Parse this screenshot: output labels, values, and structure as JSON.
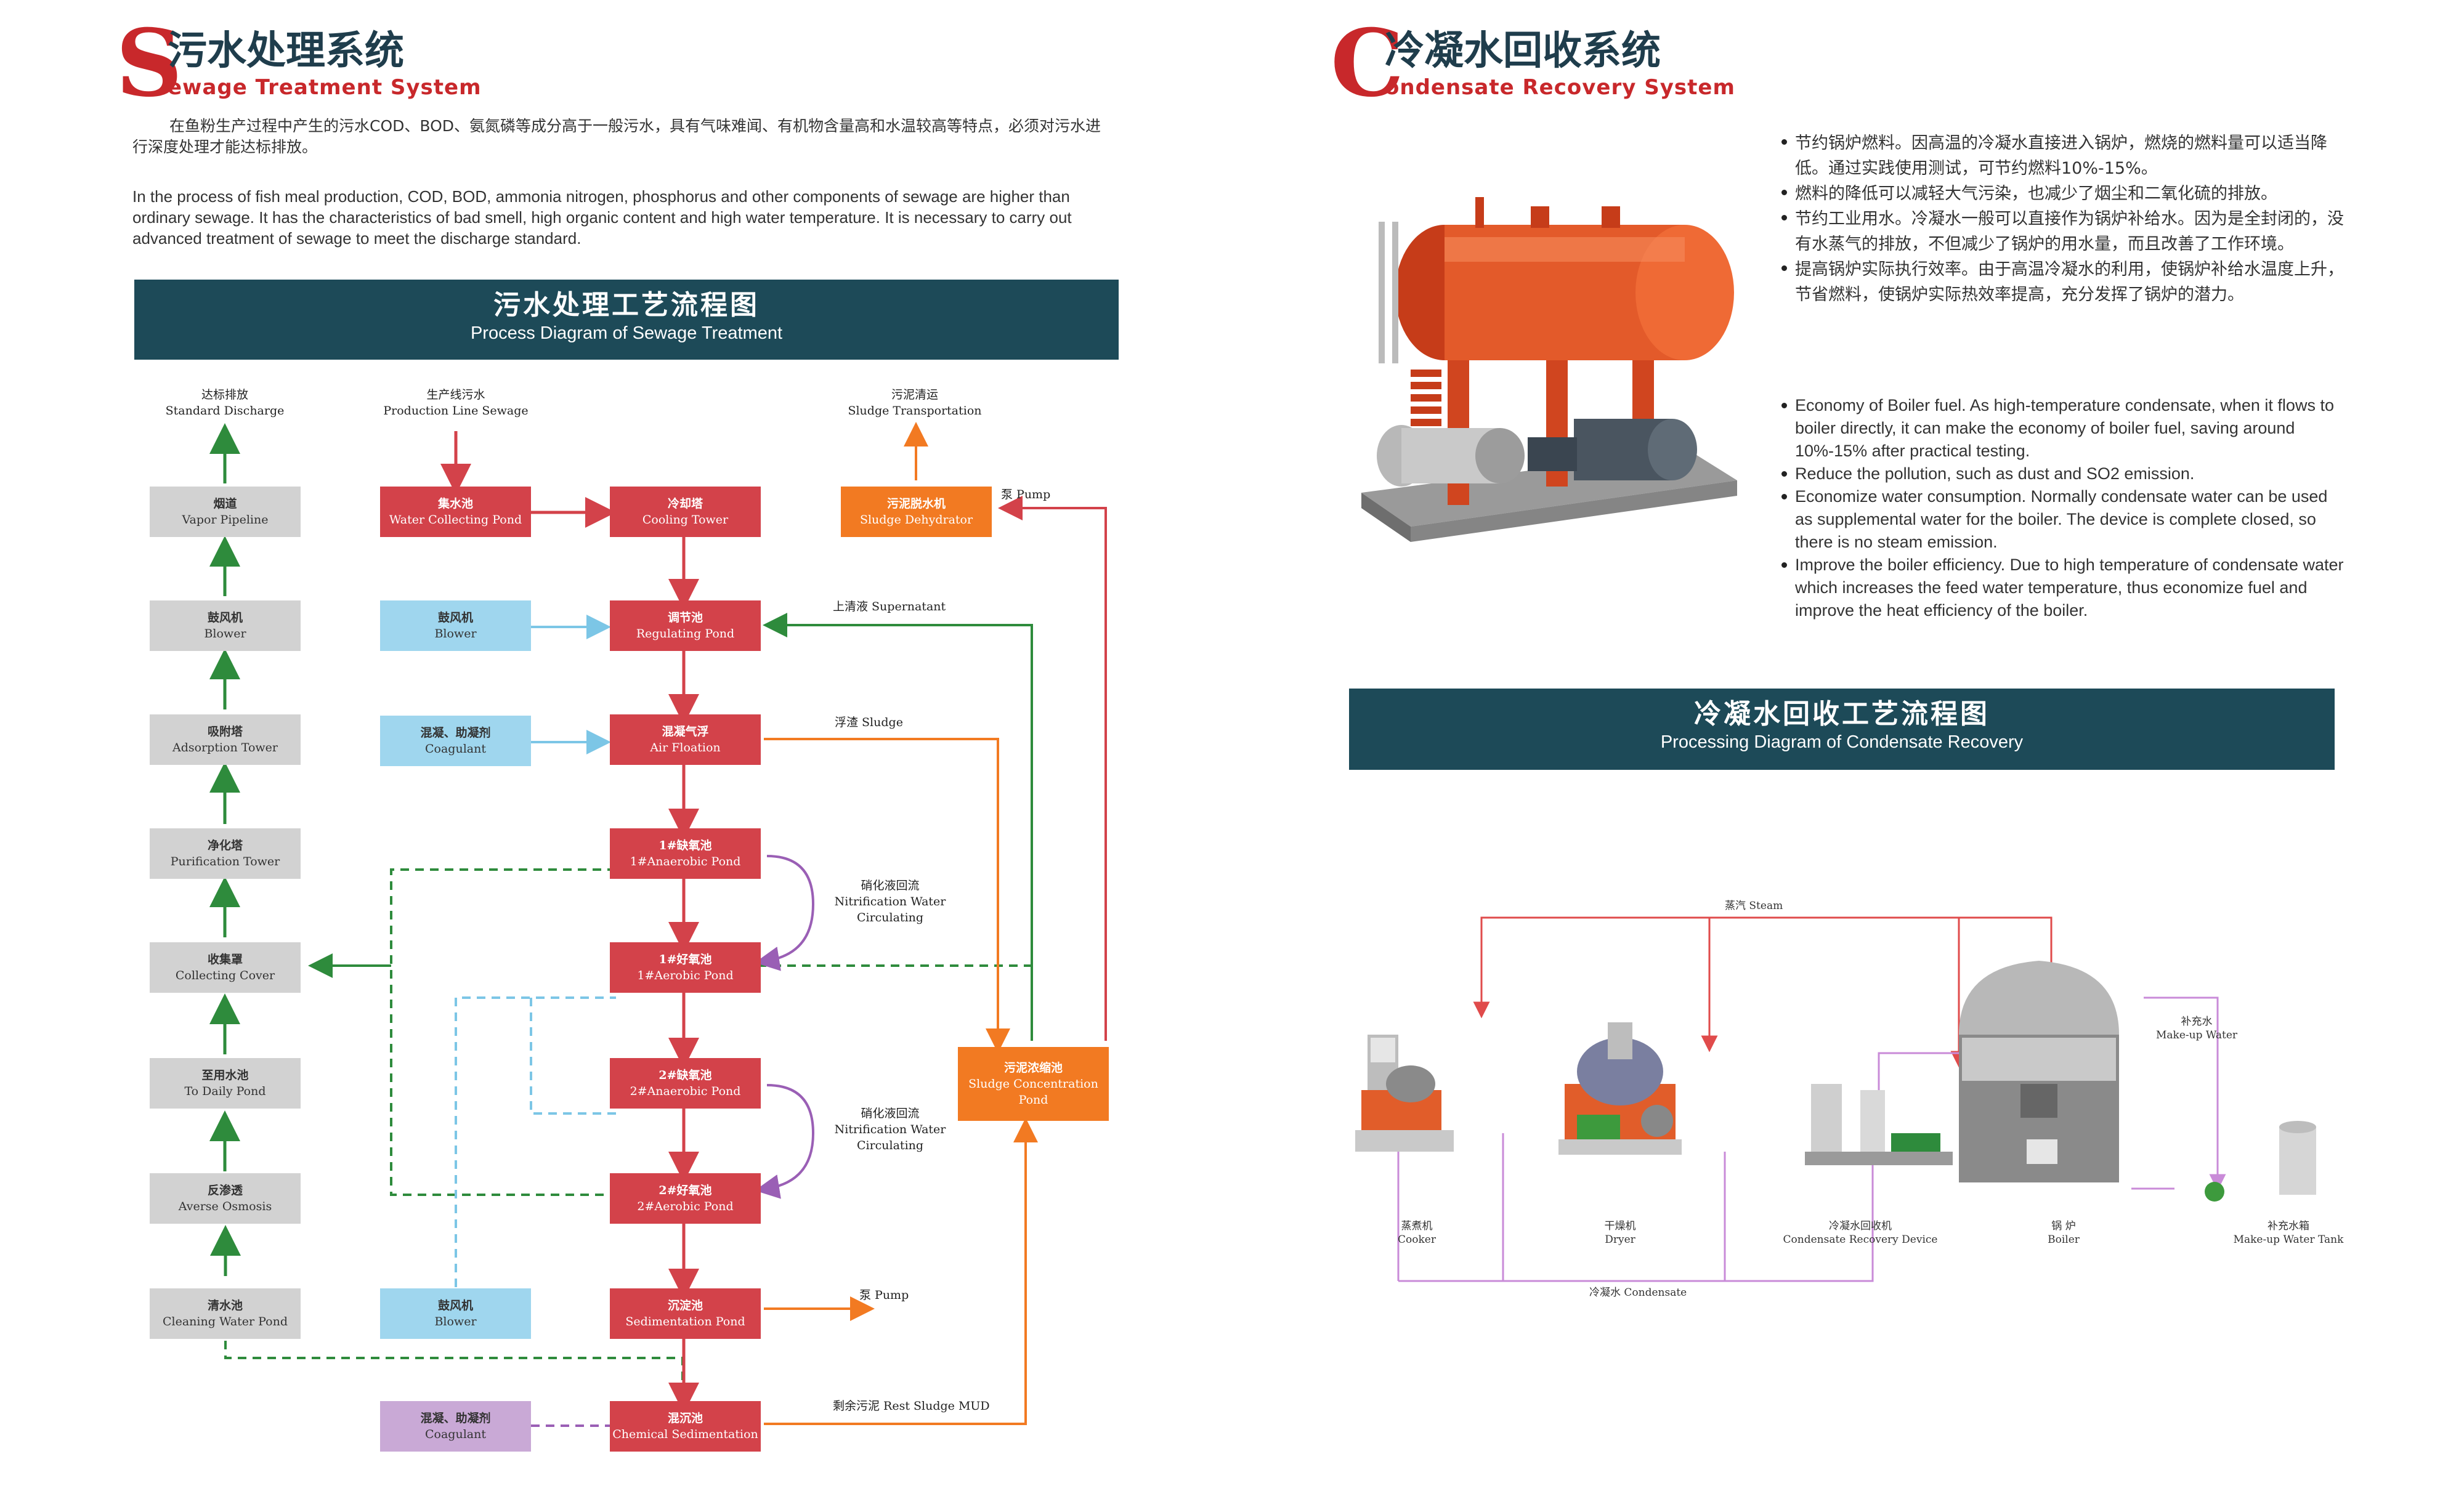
{
  "sewage": {
    "letter": "S",
    "title_cn": "污水处理系统",
    "title_en": "ewage Treatment System",
    "intro_cn": "在鱼粉生产过程中产生的污水COD、BOD、氨氮磷等成分高于一般污水，具有气味难闻、有机物含量高和水温较高等特点，必须对污水进行深度处理才能达标排放。",
    "intro_en": "In the process of fish meal production, COD, BOD, ammonia nitrogen, phosphorus and other components of sewage are higher than ordinary sewage. It has the characteristics of bad smell, high organic content and high water temperature. It is necessary to carry out advanced treatment of sewage to meet the discharge standard.",
    "banner_cn": "污水处理工艺流程图",
    "banner_en": "Process Diagram of Sewage Treatment",
    "headers": {
      "discharge": {
        "cn": "达标排放",
        "en": "Standard Discharge"
      },
      "production": {
        "cn": "生产线污水",
        "en": "Production Line Sewage"
      },
      "sludge_transport": {
        "cn": "污泥清运",
        "en": "Sludge Transportation"
      }
    },
    "col1": [
      {
        "cn": "烟道",
        "en": "Vapor Pipeline"
      },
      {
        "cn": "鼓风机",
        "en": "Blower"
      },
      {
        "cn": "吸附塔",
        "en": "Adsorption Tower"
      },
      {
        "cn": "净化塔",
        "en": "Purification Tower"
      },
      {
        "cn": "收集罩",
        "en": "Collecting Cover"
      },
      {
        "cn": "至用水池",
        "en": "To Daily Pond"
      },
      {
        "cn": "反渗透",
        "en": "Averse Osmosis"
      },
      {
        "cn": "清水池",
        "en": "Cleaning Water Pond"
      }
    ],
    "col2": {
      "collecting": {
        "cn": "集水池",
        "en": "Water Collecting Pond"
      },
      "blower1": {
        "cn": "鼓风机",
        "en": "Blower"
      },
      "coagulant1": {
        "cn": "混凝、助凝剂",
        "en": "Coagulant"
      },
      "blower2": {
        "cn": "鼓风机",
        "en": "Blower"
      },
      "coagulant2": {
        "cn": "混凝、助凝剂",
        "en": "Coagulant"
      }
    },
    "col3": [
      {
        "cn": "冷却塔",
        "en": "Cooling Tower"
      },
      {
        "cn": "调节池",
        "en": "Regulating Pond"
      },
      {
        "cn": "混凝气浮",
        "en": "Air Floation"
      },
      {
        "cn": "1#缺氧池",
        "en": "1#Anaerobic Pond"
      },
      {
        "cn": "1#好氧池",
        "en": "1#Aerobic Pond"
      },
      {
        "cn": "2#缺氧池",
        "en": "2#Anaerobic Pond"
      },
      {
        "cn": "2#好氧池",
        "en": "2#Aerobic Pond"
      },
      {
        "cn": "沉淀池",
        "en": "Sedimentation Pond"
      },
      {
        "cn": "混沉池",
        "en": "Chemical Sedimentation"
      }
    ],
    "col4": {
      "dehydrator": {
        "cn": "污泥脱水机",
        "en": "Sludge Dehydrator"
      },
      "concentration": {
        "cn": "污泥浓缩池",
        "en": "Sludge Concentration Pond"
      }
    },
    "labels": {
      "pump_top": "泵 Pump",
      "supernatant": "上清液 Supernatant",
      "sludge": "浮渣 Sludge",
      "nitr1_cn": "硝化液回流",
      "nitr1_en1": "Nitrification Water",
      "nitr1_en2": "Circulating",
      "nitr2_cn": "硝化液回流",
      "nitr2_en1": "Nitrification Water",
      "nitr2_en2": "Circulating",
      "pump_mid": "泵 Pump",
      "rest_sludge": "剩余污泥 Rest Sludge MUD"
    }
  },
  "condensate": {
    "letter": "C",
    "title_cn": "冷凝水回收系统",
    "title_en": "ondensate Recovery System",
    "bullets_cn": [
      "节约锅炉燃料。因高温的冷凝水直接进入锅炉，燃烧的燃料量可以适当降低。通过实践使用测试，可节约燃料10%-15%。",
      "燃料的降低可以减轻大气污染，也减少了烟尘和二氧化硫的排放。",
      "节约工业用水。冷凝水一般可以直接作为锅炉补给水。因为是全封闭的，没有水蒸气的排放，不但减少了锅炉的用水量，而且改善了工作环境。",
      "提高锅炉实际执行效率。由于高温冷凝水的利用，使锅炉补给水温度上升，节省燃料，使锅炉实际热效率提高，充分发挥了锅炉的潜力。"
    ],
    "bullets_en": [
      "Economy of Boiler fuel. As high-temperature condensate, when it flows to boiler directly, it can make the economy of boiler fuel, saving around 10%-15% after practical testing.",
      "Reduce the pollution, such as dust and SO2 emission.",
      "Economize water consumption. Normally condensate water can be used as supplemental water for the boiler. The device is complete closed, so there is no steam emission.",
      "Improve the boiler efficiency. Due to high temperature of condensate water which increases the feed water temperature, thus economize fuel and improve the heat efficiency of the boiler."
    ],
    "banner_cn": "冷凝水回收工艺流程图",
    "banner_en": "Processing Diagram of Condensate Recovery",
    "steam_label": "蒸汽 Steam",
    "condensate_label": "冷凝水 Condensate",
    "makeup_cn": "补充水",
    "makeup_en": "Make-up Water",
    "equipment": [
      {
        "cn": "蒸煮机",
        "en": "Cooker"
      },
      {
        "cn": "干燥机",
        "en": "Dryer"
      },
      {
        "cn": "冷凝水回收机",
        "en": "Condensate Recovery Device"
      },
      {
        "cn": "锅 炉",
        "en": "Boiler"
      },
      {
        "cn": "补充水箱",
        "en": "Make-up Water Tank"
      }
    ]
  }
}
